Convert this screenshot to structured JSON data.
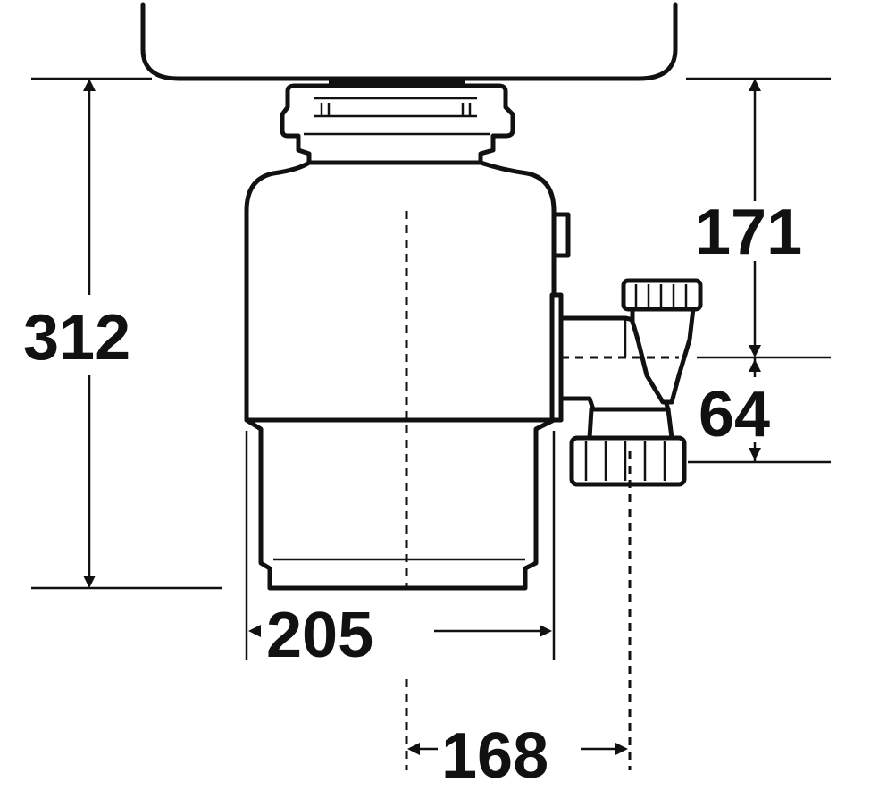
{
  "dimensions": {
    "height_total": "312",
    "width_body": "205",
    "inlet_to_outlet_top": "171",
    "outlet_drop": "64",
    "center_to_outlet": "168"
  },
  "colors": {
    "line": "#111111",
    "background": "#ffffff"
  }
}
